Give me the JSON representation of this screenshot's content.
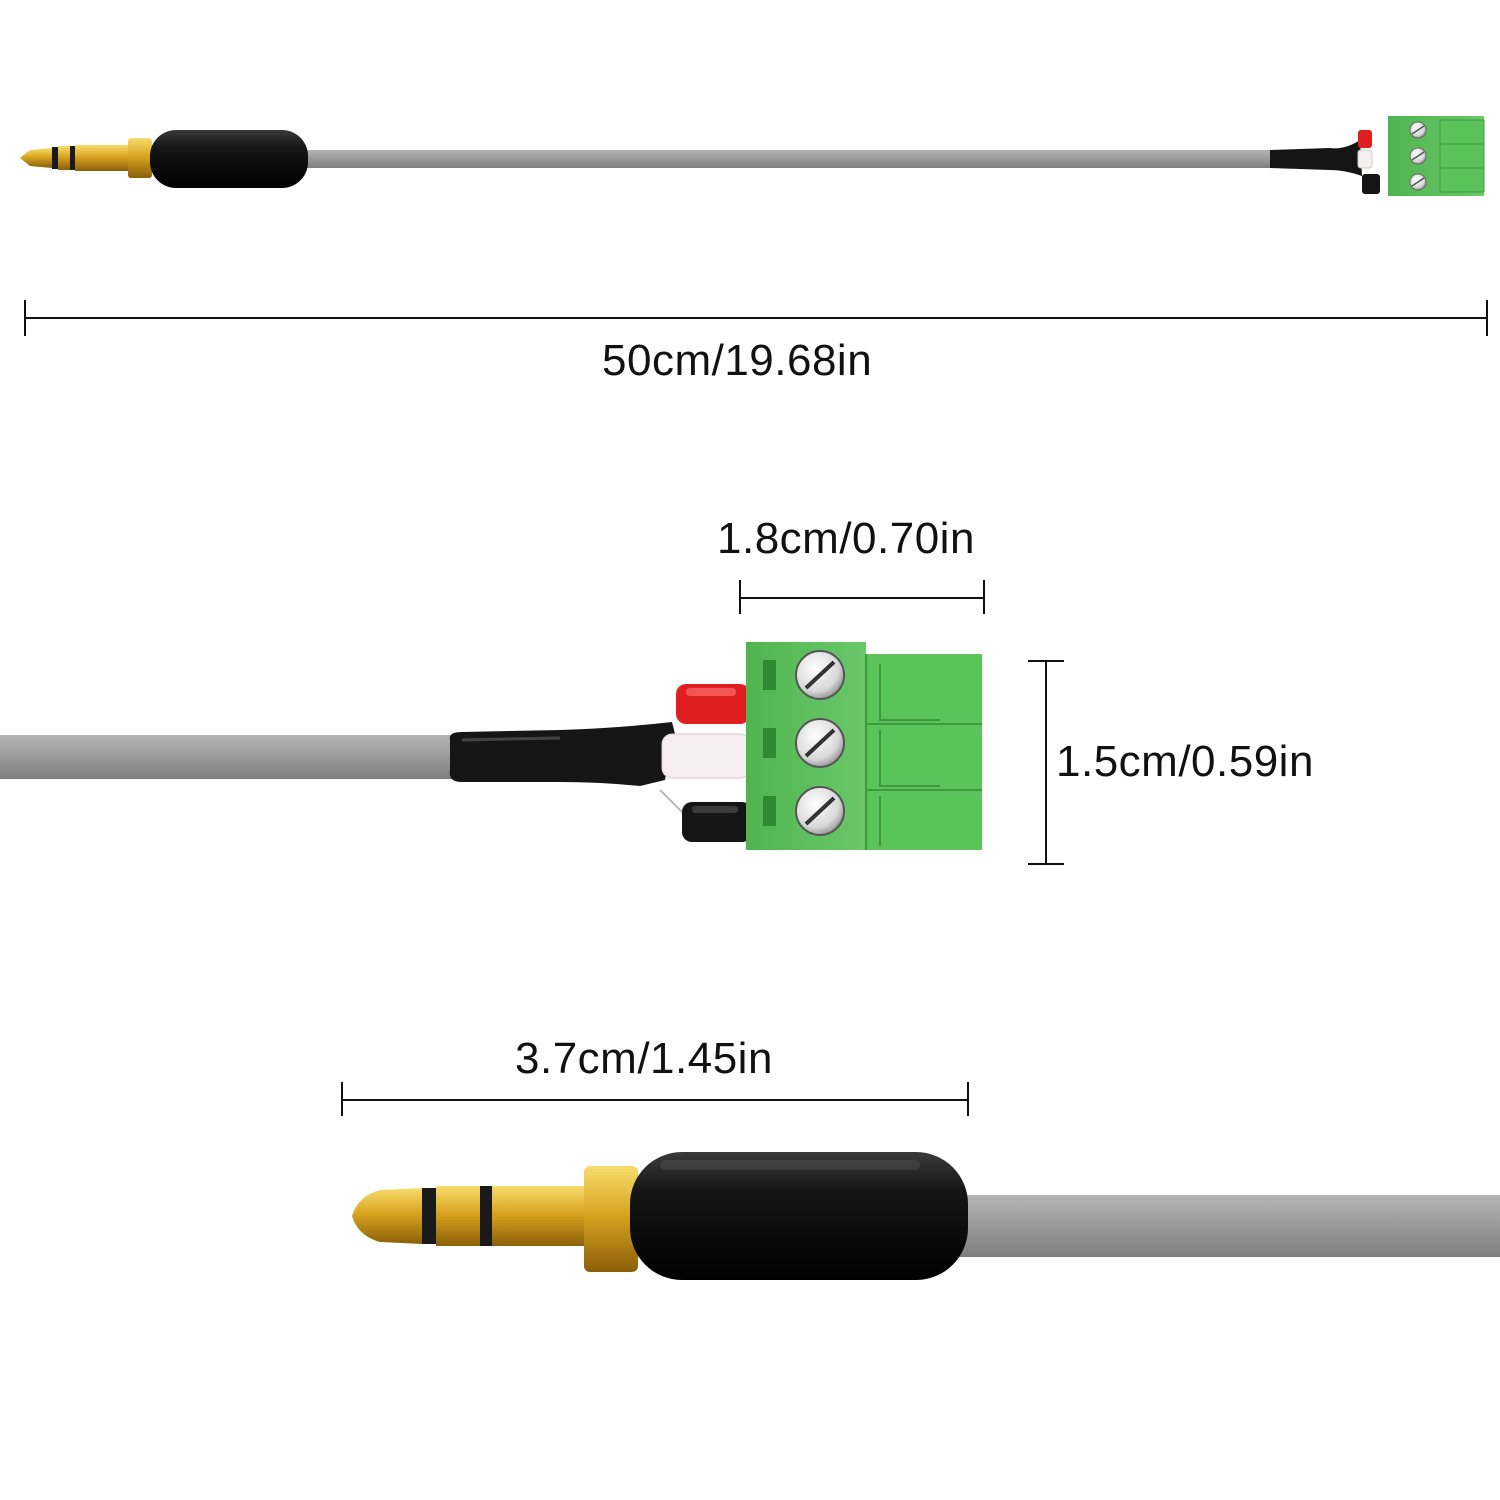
{
  "dimensions": {
    "total_length": "50cm/19.68in",
    "terminal_width": "1.8cm/0.70in",
    "terminal_height": "1.5cm/0.59in",
    "plug_length": "3.7cm/1.45in"
  },
  "colors": {
    "cable": "#9a9a9a",
    "plug_body": "#111111",
    "gold": "#d9a520",
    "terminal_block": "#5fbf5f",
    "wire_red": "#e02020",
    "wire_white": "#f4f0f0",
    "wire_black": "#151515"
  }
}
